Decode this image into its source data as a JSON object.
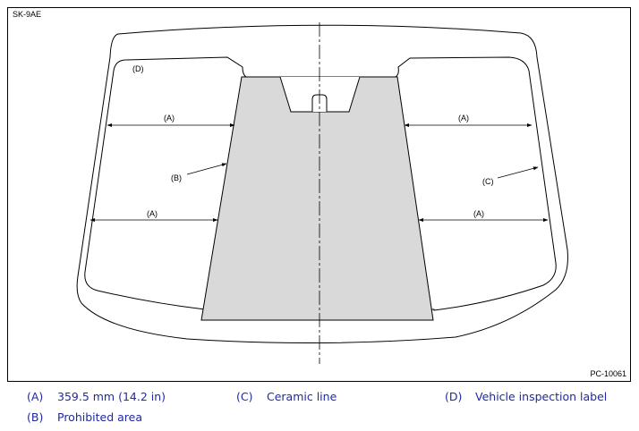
{
  "figure": {
    "id": "SK-9AE",
    "ref": "PC-10061",
    "callouts": {
      "A": "(A)",
      "B": "(B)",
      "C": "(C)",
      "D": "(D)"
    }
  },
  "legend": [
    {
      "key": "(A)",
      "text": "359.5 mm (14.2 in)"
    },
    {
      "key": "(B)",
      "text": "Prohibited area"
    },
    {
      "key": "(C)",
      "text": "Ceramic line"
    },
    {
      "key": "(D)",
      "text": "Vehicle inspection label"
    }
  ],
  "colors": {
    "prohibited_area_fill": "#d9d9d9",
    "legend_text": "#1f2aa0",
    "line": "#000000"
  }
}
